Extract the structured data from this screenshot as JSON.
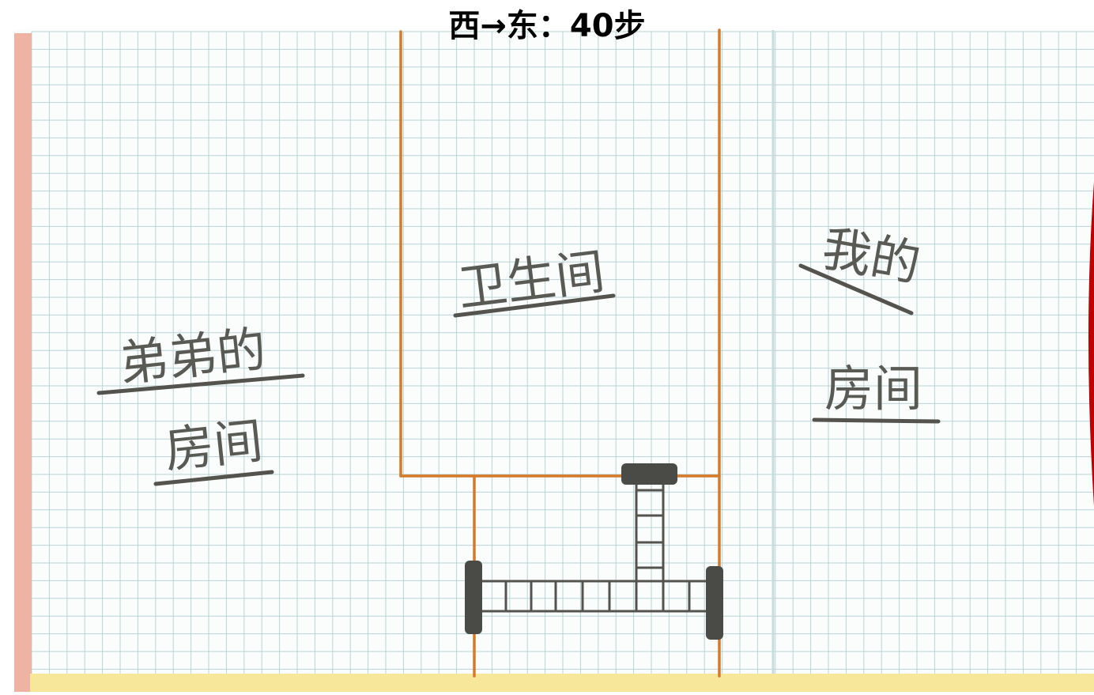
{
  "title": "西→东：40步",
  "rooms": {
    "brother": {
      "line1": "弟弟的",
      "line2": "房间"
    },
    "bathroom": {
      "line1": "卫生间"
    },
    "mine": {
      "line1": "我的",
      "line2": "房间"
    }
  },
  "colors": {
    "grid": "#b9d3d6",
    "wall": "#d67a2a",
    "ink": "#55534e",
    "furniture": "#4a4a46",
    "margin_strip": "#eeb3a3",
    "bottom_strip": "#f7e79a",
    "edge_red": "#c00000"
  }
}
